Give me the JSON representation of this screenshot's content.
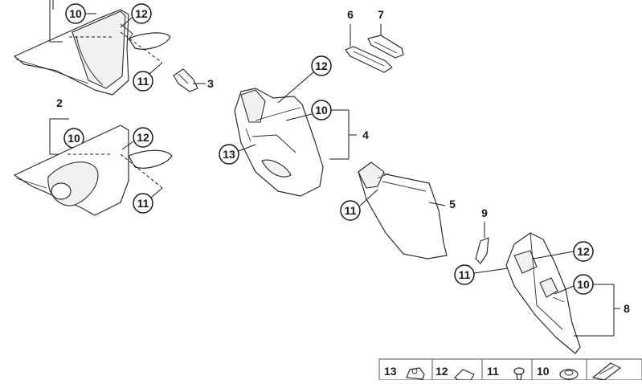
{
  "callouts": {
    "n2": "2",
    "n3": "3",
    "n4": "4",
    "n5": "5",
    "n6": "6",
    "n7": "7",
    "n8": "8",
    "n9": "9",
    "n10": "10",
    "n11": "11",
    "n12": "12",
    "n13": "13"
  },
  "legend": [
    {
      "label": "13"
    },
    {
      "label": "12"
    },
    {
      "label": "11"
    },
    {
      "label": "10"
    }
  ]
}
